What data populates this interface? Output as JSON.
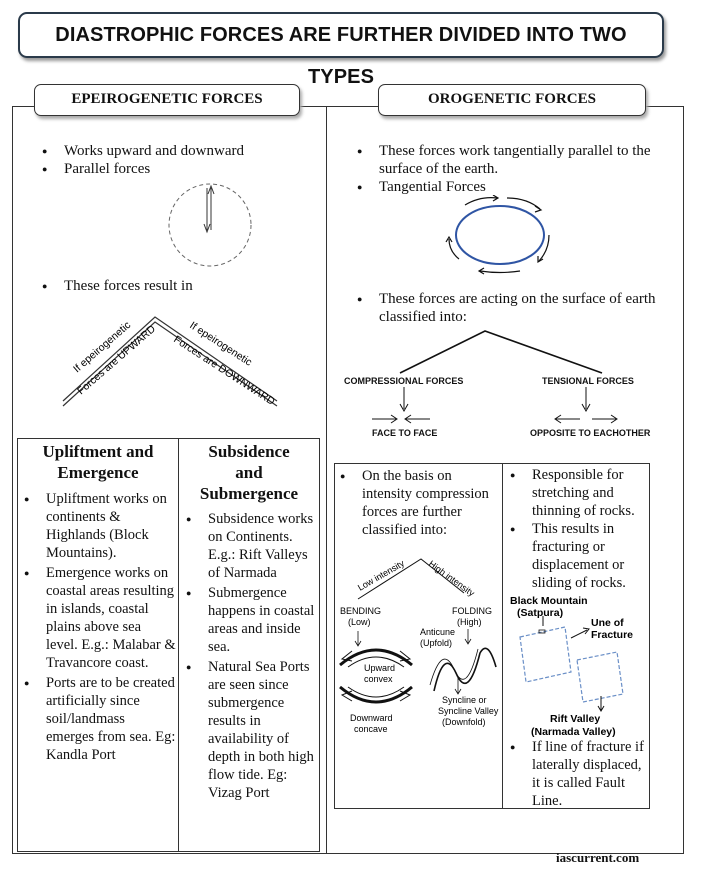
{
  "title": "DIASTROPHIC FORCES ARE FURTHER DIVIDED INTO TWO TYPES",
  "left": {
    "tab": "EPEIROGENETIC FORCES",
    "bullets": [
      "Works upward and downward",
      "Parallel forces"
    ],
    "result_bullet": "These forces result in",
    "roof_left": [
      "If epeirogenetic",
      "Forces are UPWARD"
    ],
    "roof_right": [
      "If epeirogenetic",
      "Forces are DOWNWARD"
    ],
    "uplift": {
      "head": [
        "Upliftment  and",
        "Emergence"
      ],
      "items": [
        "Upliftment works on continents & Highlands (Block Mountains).",
        "Emergence works on coastal areas resulting in islands, coastal plains above sea level. E.g.: Malabar & Travancore coast.",
        "Ports are to be created artificially since soil/landmass emerges from sea. Eg: Kandla Port"
      ]
    },
    "subsidence": {
      "head": [
        "Subsidence",
        "and",
        "Submergence"
      ],
      "items": [
        "Subsidence works on Continents. E.g.: Rift Valleys of Narmada",
        "Submergence happens in coastal areas and inside sea.",
        "Natural Sea Ports are seen since submergence results in availability of depth in both high flow tide. Eg: Vizag  Port"
      ]
    }
  },
  "right": {
    "tab": "OROGENETIC FORCES",
    "bullets": [
      "These forces work tangentially parallel to the surface of the earth.",
      "Tangential Forces"
    ],
    "acting_bullet": "These forces are acting on the surface of earth classified into:",
    "compressional": "COMPRESSIONAL FORCES",
    "tensional": "TENSIONAL FORCES",
    "face": "FACE TO FACE",
    "opposite": "OPPOSITE TO EACHOTHER",
    "compression": {
      "bullet": "On the basis on intensity compression forces are further classified into:",
      "low": "Low intensity",
      "high": "High intensity",
      "bending": [
        "BENDING",
        "(Low)"
      ],
      "folding": [
        "FOLDING",
        "(High)"
      ],
      "anticline": [
        "Anticune",
        "(Upfold)"
      ],
      "upward": [
        "Upward",
        "convex"
      ],
      "downward": [
        "Downward",
        "concave"
      ],
      "syncline": [
        "Syncline or",
        "Syncline Valley",
        "(Downfold)"
      ]
    },
    "tension": {
      "bullets": [
        "Responsible for stretching and thinning of rocks.",
        "This results in fracturing or displacement or sliding of rocks."
      ],
      "block": [
        "Black Mountain",
        "(Satpura)"
      ],
      "fracture": [
        "Une of",
        "Fracture"
      ],
      "rift": [
        "Rift Valley",
        "(Narmada Valley)"
      ],
      "fault": "If line of fracture if laterally displaced, it is called Fault Line."
    }
  },
  "footer": "iascurrent.com"
}
